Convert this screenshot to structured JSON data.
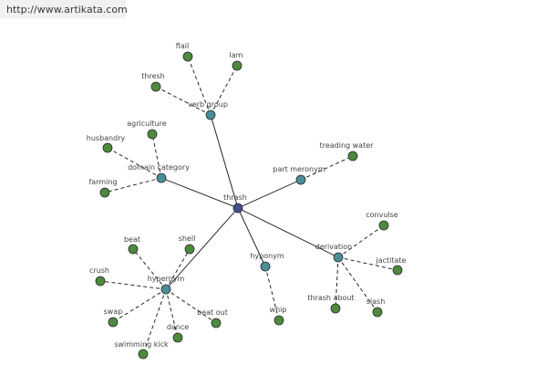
{
  "url": "http://www.artikata.com",
  "colors": {
    "center": "#3f4f8f",
    "relation": "#4a8f96",
    "leaf": "#4e8a3e",
    "edge": "#111111"
  },
  "center": {
    "label": "thrash"
  },
  "relations": [
    {
      "label": "verb group",
      "children": [
        {
          "label": "thresh"
        },
        {
          "label": "flail"
        },
        {
          "label": "lam"
        }
      ]
    },
    {
      "label": "domain category",
      "children": [
        {
          "label": "agriculture"
        },
        {
          "label": "husbandry"
        },
        {
          "label": "farming"
        }
      ]
    },
    {
      "label": "part meronym",
      "children": [
        {
          "label": "treading water"
        }
      ]
    },
    {
      "label": "derivation",
      "children": [
        {
          "label": "convulse"
        },
        {
          "label": "jactitate"
        },
        {
          "label": "slash"
        },
        {
          "label": "thrash about"
        }
      ]
    },
    {
      "label": "hyponym",
      "children": [
        {
          "label": "whip"
        }
      ]
    },
    {
      "label": "hypernym",
      "children": [
        {
          "label": "beat"
        },
        {
          "label": "shell"
        },
        {
          "label": "crush"
        },
        {
          "label": "swap"
        },
        {
          "label": "dance"
        },
        {
          "label": "beat out"
        },
        {
          "label": "swimming kick"
        }
      ]
    }
  ]
}
